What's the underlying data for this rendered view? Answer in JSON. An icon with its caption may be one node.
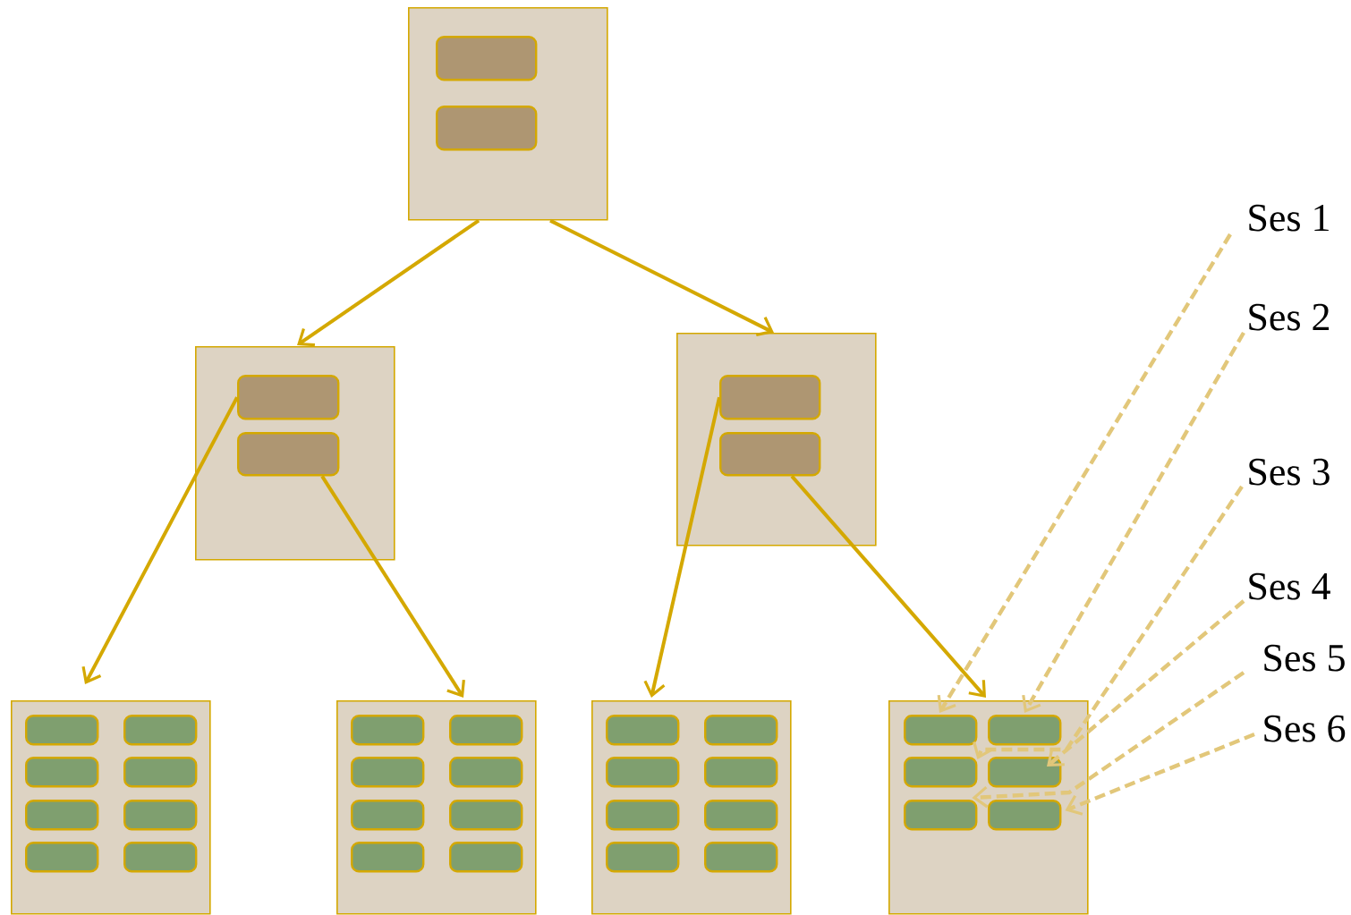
{
  "diagram": {
    "nodes": [
      {
        "text": [],
        "shape": "box"
      },
      {
        "text": [],
        "shape": "bar",
        "in": 0
      },
      {
        "text": [],
        "shape": "bar",
        "in": 0
      },
      {
        "text": [],
        "shape": "box"
      },
      {
        "text": [],
        "shape": "bar",
        "in": 3
      },
      {
        "text": [],
        "shape": "bar",
        "in": 3
      },
      {
        "text": [],
        "shape": "box"
      },
      {
        "text": [],
        "shape": "bar",
        "in": 6
      },
      {
        "text": [],
        "shape": "bar",
        "in": 6
      },
      {
        "text": [],
        "shape": "box"
      },
      {
        "text": [],
        "shape": "bar",
        "in": 9
      },
      {
        "text": [],
        "shape": "bar",
        "in": 9
      },
      {
        "text": [],
        "shape": "bar",
        "in": 9
      },
      {
        "text": [],
        "shape": "bar",
        "in": 9
      },
      {
        "text": [],
        "shape": "bar",
        "in": 9
      },
      {
        "text": [],
        "shape": "bar",
        "in": 9
      },
      {
        "text": [],
        "shape": "bar",
        "in": 9
      },
      {
        "text": [],
        "shape": "bar",
        "in": 9
      },
      {
        "text": [],
        "shape": "box"
      },
      {
        "text": [],
        "shape": "bar",
        "in": 18
      },
      {
        "text": [],
        "shape": "bar",
        "in": 18
      },
      {
        "text": [],
        "shape": "bar",
        "in": 18
      },
      {
        "text": [],
        "shape": "bar",
        "in": 18
      },
      {
        "text": [],
        "shape": "bar",
        "in": 18
      },
      {
        "text": [],
        "shape": "bar",
        "in": 18
      },
      {
        "text": [],
        "shape": "bar",
        "in": 18
      },
      {
        "text": [],
        "shape": "bar",
        "in": 18
      },
      {
        "text": [],
        "shape": "box"
      },
      {
        "text": [],
        "shape": "bar",
        "in": 27
      },
      {
        "text": [],
        "shape": "bar",
        "in": 27
      },
      {
        "text": [],
        "shape": "bar",
        "in": 27
      },
      {
        "text": [],
        "shape": "bar",
        "in": 27
      },
      {
        "text": [],
        "shape": "bar",
        "in": 27
      },
      {
        "text": [],
        "shape": "bar",
        "in": 27
      },
      {
        "text": [],
        "shape": "bar",
        "in": 27
      },
      {
        "text": [],
        "shape": "bar",
        "in": 27
      },
      {
        "text": [],
        "shape": "box"
      },
      {
        "text": [],
        "shape": "bar",
        "in": 36
      },
      {
        "text": [],
        "shape": "bar",
        "in": 36
      },
      {
        "text": [],
        "shape": "bar",
        "in": 36
      },
      {
        "text": [],
        "shape": "bar",
        "in": 36
      },
      {
        "text": [],
        "shape": "bar",
        "in": 36
      },
      {
        "text": [],
        "shape": "bar",
        "in": 36
      },
      {
        "text": [
          "Ses 1"
        ]
      },
      {
        "text": [
          "Ses 2"
        ]
      },
      {
        "text": [
          "Ses 3"
        ]
      },
      {
        "text": [
          "Ses 4"
        ]
      },
      {
        "text": [
          "Ses 5"
        ]
      },
      {
        "text": [
          "Ses 6"
        ]
      }
    ],
    "edges": [
      {
        "from": 0,
        "to": 3,
        "arrow": "to"
      },
      {
        "from": 0,
        "to": 6,
        "arrow": "to"
      },
      {
        "from": 4,
        "to": 9,
        "arrow": "to"
      },
      {
        "from": 5,
        "to": 18,
        "arrow": "to"
      },
      {
        "from": 7,
        "to": 27,
        "arrow": "to"
      },
      {
        "from": 8,
        "to": 36,
        "arrow": "to"
      },
      {
        "from": 43,
        "to": 37,
        "arrow": "to",
        "style": "dashed",
        "color": "#e2c77a"
      },
      {
        "from": 44,
        "to": 38,
        "arrow": "to",
        "style": "dashed",
        "color": "#e2c77a"
      },
      {
        "from": 45,
        "to": 39,
        "arrow": "to",
        "style": "dashed",
        "color": "#e2c77a"
      },
      {
        "from": 46,
        "to": 40,
        "arrow": "to",
        "style": "dashed",
        "color": "#e2c77a"
      },
      {
        "from": 47,
        "to": 41,
        "arrow": "to",
        "style": "dashed",
        "color": "#e2c77a"
      },
      {
        "from": 48,
        "to": 42,
        "arrow": "to",
        "style": "dashed",
        "color": "#e2c77a"
      }
    ]
  }
}
